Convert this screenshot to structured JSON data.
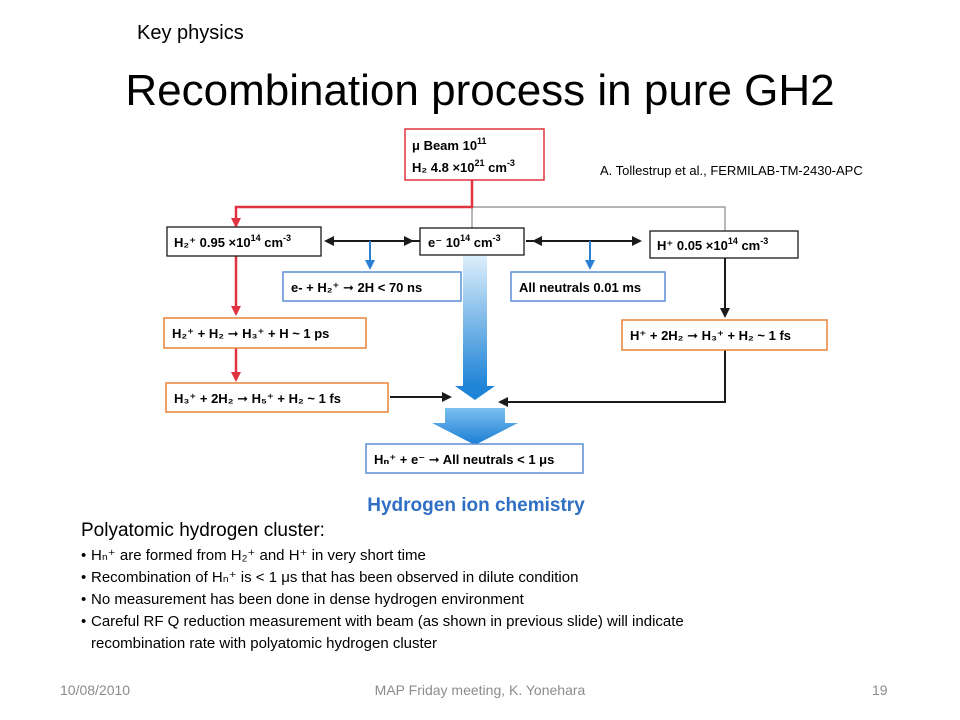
{
  "header": {
    "key_label": "Key physics",
    "title": "Recombination process in pure GH2"
  },
  "reference": "A.   Tollestrup et al., FERMILAB-TM-2430-APC",
  "diagram": {
    "caption": "Hydrogen ion chemistry",
    "beam": {
      "line1": "μ Beam 10",
      "line1_sup": "11",
      "line2": "H₂ 4.8 ×10",
      "line2_sup": "21",
      "line2_unit": " cm",
      "line2_unit_sup": "-3"
    },
    "h2plus": {
      "a": "H₂⁺ 0.95 ×10",
      "sup": "14",
      "b": " cm",
      "sup2": "-3"
    },
    "electron": {
      "a": "e⁻  10",
      "sup": "14",
      "b": " cm",
      "sup2": "-3"
    },
    "hplus": {
      "a": "H⁺ 0.05 ×10",
      "sup": "14",
      "b": " cm",
      "sup2": "-3"
    },
    "recomb_e_h2": "e- + H₂⁺ ➞ 2H   < 70 ns",
    "all_neutrals": "All neutrals 0.01 ms",
    "h2_to_h3": "H₂⁺ + H₂ ➞ H₃⁺ + H   ~ 1 ps",
    "hplus_to_h3": "H⁺ + 2H₂ ➞ H₃⁺ + H₂  ~ 1 fs",
    "h3_to_h5": "H₃⁺ + 2H₂ ➞ H₅⁺ + H₂   ~ 1 fs",
    "final": "Hₙ⁺ + e⁻ ➞ All neutrals < 1 μs",
    "colors": {
      "red": "#e0333f",
      "blue": "#2a7fd4",
      "orange": "#e8823a",
      "dark": "#1a1a1a",
      "caption": "#2f6fc4",
      "box_blue": "#5b8fd6"
    }
  },
  "cluster": {
    "title": "Polyatomic hydrogen cluster:",
    "bullet1": "Hₙ⁺ are formed from H₂⁺ and H⁺ in very short time",
    "bullet2": "Recombination of Hₙ⁺ is < 1 μs that has been observed in dilute condition",
    "bullet3": "No measurement has been done in dense hydrogen environment",
    "bullet4": "Careful RF Q reduction measurement with beam (as shown in previous slide) will indicate",
    "bullet4_cont": "recombination rate with polyatomic hydrogen cluster"
  },
  "footer": {
    "date": "10/08/2010",
    "center": "MAP Friday meeting, K. Yonehara",
    "page": "19"
  }
}
